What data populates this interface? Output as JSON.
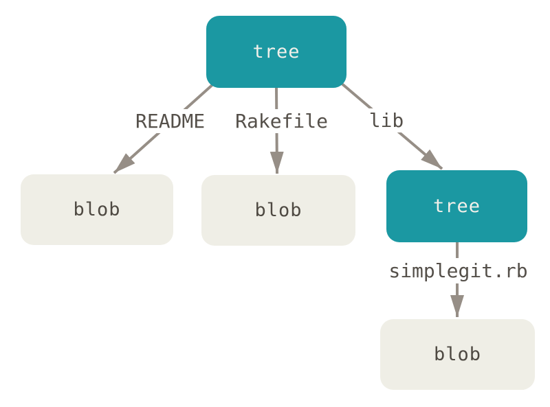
{
  "diagram": {
    "type": "tree-diagram",
    "description": "Git tree and blob object graph",
    "nodes": [
      {
        "id": "root-tree",
        "label": "tree",
        "kind": "tree"
      },
      {
        "id": "readme-blob",
        "label": "blob",
        "kind": "blob"
      },
      {
        "id": "rakefile-blob",
        "label": "blob",
        "kind": "blob"
      },
      {
        "id": "lib-tree",
        "label": "tree",
        "kind": "tree"
      },
      {
        "id": "simplegit-blob",
        "label": "blob",
        "kind": "blob"
      }
    ],
    "edges": [
      {
        "from": "root-tree",
        "to": "readme-blob",
        "label": "README"
      },
      {
        "from": "root-tree",
        "to": "rakefile-blob",
        "label": "Rakefile"
      },
      {
        "from": "root-tree",
        "to": "lib-tree",
        "label": "lib"
      },
      {
        "from": "lib-tree",
        "to": "simplegit-blob",
        "label": "simplegit.rb"
      }
    ],
    "colors": {
      "tree_fill": "#1b98a2",
      "tree_text": "#f2f0ea",
      "blob_fill": "#efeee6",
      "blob_text": "#4e4942",
      "edge": "#968e86",
      "edge_label_bg": "#ffffff",
      "edge_label_text": "#55504a",
      "background": "#ffffff"
    }
  }
}
